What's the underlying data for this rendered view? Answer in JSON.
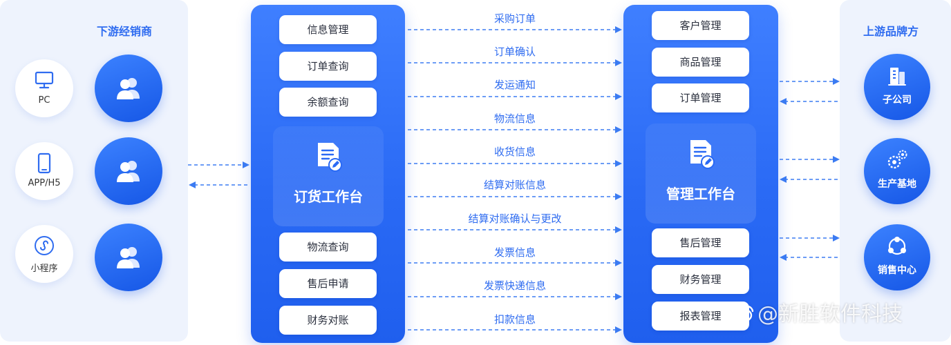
{
  "left_panel": {
    "title": "下游经销商",
    "devices": [
      {
        "label": "PC",
        "icon": "monitor-icon"
      },
      {
        "label": "APP/H5",
        "icon": "phone-icon"
      },
      {
        "label": "小程序",
        "icon": "mini-program-icon"
      }
    ],
    "dealer_icon": "users-icon"
  },
  "order_workbench": {
    "title": "订货工作台",
    "icon": "document-edit-icon",
    "top_items": [
      "信息管理",
      "订单查询",
      "余额查询"
    ],
    "bottom_items": [
      "物流查询",
      "售后申请",
      "财务对账"
    ]
  },
  "flows": [
    {
      "label": "采购订单",
      "direction": "right"
    },
    {
      "label": "订单确认",
      "direction": "right"
    },
    {
      "label": "发运通知",
      "direction": "right"
    },
    {
      "label": "物流信息",
      "direction": "right"
    },
    {
      "label": "收货信息",
      "direction": "right"
    },
    {
      "label": "结算对账信息",
      "direction": "right"
    },
    {
      "label": "结算对账确认与更改",
      "direction": "right"
    },
    {
      "label": "发票信息",
      "direction": "right"
    },
    {
      "label": "发票快递信息",
      "direction": "right"
    },
    {
      "label": "扣款信息",
      "direction": "right"
    }
  ],
  "manage_workbench": {
    "title": "管理工作台",
    "icon": "document-edit-icon",
    "top_items": [
      "客户管理",
      "商品管理",
      "订单管理"
    ],
    "bottom_items": [
      "售后管理",
      "财务管理",
      "报表管理"
    ]
  },
  "right_panel": {
    "title": "上游品牌方",
    "brands": [
      {
        "label": "子公司",
        "icon": "building-icon"
      },
      {
        "label": "生产基地",
        "icon": "gears-icon"
      },
      {
        "label": "销售中心",
        "icon": "network-icon"
      }
    ]
  },
  "watermark": "@新胜软件科技",
  "colors": {
    "primary": "#2a6af5",
    "accent_text": "#2f6cf0",
    "panel_bg": "#eef3fd",
    "arrow": "#3b7bf2"
  }
}
